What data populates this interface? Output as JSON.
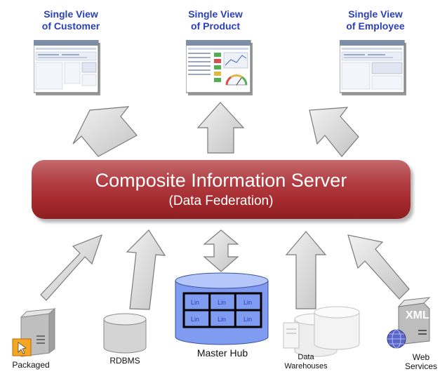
{
  "views": [
    {
      "line1": "Single View",
      "line2": "of Customer"
    },
    {
      "line1": "Single View",
      "line2": "of Product"
    },
    {
      "line1": "Single View",
      "line2": "of Employee"
    }
  ],
  "server": {
    "title": "Composite Information Server",
    "subtitle": "(Data Federation)"
  },
  "hub": {
    "label": "Master Hub",
    "cells": [
      "Lin",
      "Lin",
      "Lin",
      "Lin",
      "Lin",
      "Lin"
    ]
  },
  "sources": {
    "packaged": "Packaged",
    "rdbms": "RDBMS",
    "dw_line1": "Data",
    "dw_line2": "Warehouses",
    "ws_line1": "Web",
    "ws_line2": "Services",
    "xml_badge": "XML"
  },
  "colors": {
    "view_title": "#2a3fb8",
    "server_fill": "#a52a2e",
    "arrow_fill": "#d8d8d8",
    "arrow_stroke": "#7a7a7a",
    "hub_fill": "#7f9cf0"
  }
}
